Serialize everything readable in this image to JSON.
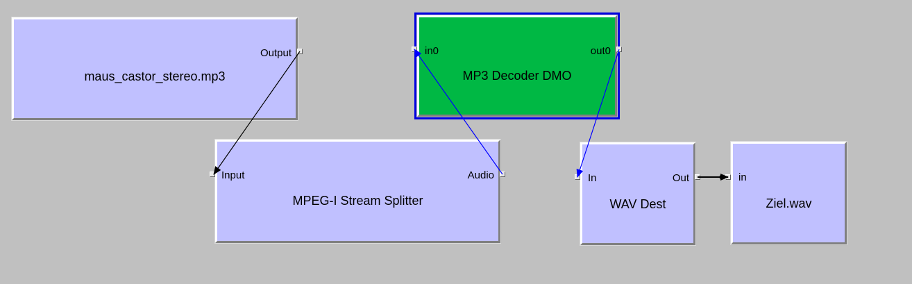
{
  "filters": {
    "source": {
      "name": "maus_castor_stereo.mp3",
      "output_pin": "Output"
    },
    "decoder": {
      "name": "MP3 Decoder DMO",
      "input_pin": "in0",
      "output_pin": "out0"
    },
    "splitter": {
      "name": "MPEG-I Stream Splitter",
      "input_pin": "Input",
      "output_pin": "Audio"
    },
    "wavdest": {
      "name": "WAV Dest",
      "input_pin": "In",
      "output_pin": "Out"
    },
    "writer": {
      "name": "Ziel.wav",
      "input_pin": "in"
    }
  },
  "colors": {
    "background": "#c0c0c0",
    "filter_fill": "#c0c0ff",
    "selected_fill": "#00b844",
    "selection_border": "#0000e0",
    "wire_default": "#000000",
    "wire_selected": "#0000ff"
  }
}
